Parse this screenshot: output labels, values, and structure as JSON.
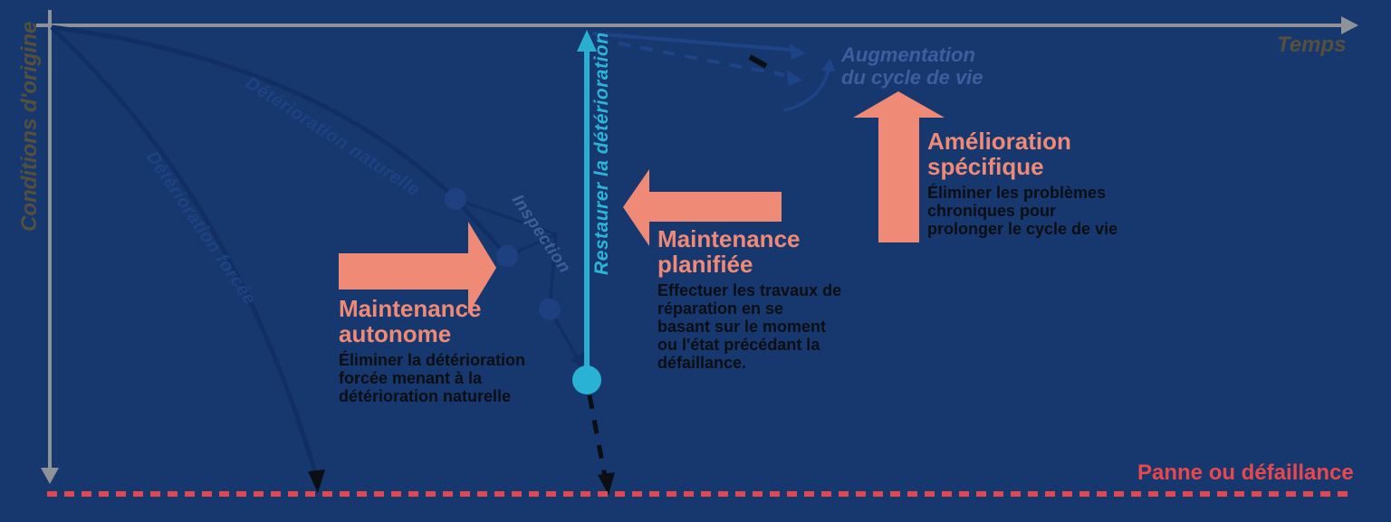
{
  "axes": {
    "x_label": "Temps",
    "y_label": "Conditions d'origine"
  },
  "curves": {
    "natural_label": "Détérioration naturelle",
    "forced_label": "Détérioration forcée",
    "inspection_label": "Inspection"
  },
  "labels": {
    "restore": "Restaurer la détérioration",
    "lifecycle": "Augmentation\ndu cycle de vie",
    "failure": "Panne ou défaillance"
  },
  "blocks": {
    "autonomous": {
      "title": "Maintenance\nautonome",
      "description": "Éliminer la détérioration\nforcée menant à la\ndétérioration naturelle"
    },
    "planned": {
      "title": "Maintenance\nplanifiée",
      "description": "Effectuer les travaux de\nréparation en se\nbasant sur le moment\nou l'état précédant la\ndéfaillance."
    },
    "specific": {
      "title": "Amélioration\nspécifique",
      "description": "Éliminer les problèmes\nchroniques pour\nprolonger le cycle de vie"
    }
  },
  "colors": {
    "background": "#17386e",
    "salmon_accent": "#ee8a76",
    "teal_accent": "#2aaecf",
    "failure_red": "#e2494f",
    "curve_navy": "#112f64",
    "muted_slate_blue": "#3d5e9d",
    "axis_olive": "#55503c",
    "axis_gray": "#8f9399",
    "body_text": "#0b0e12"
  }
}
